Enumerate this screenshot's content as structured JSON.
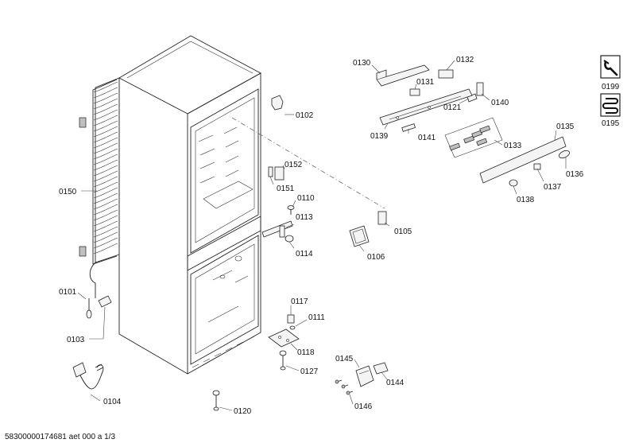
{
  "parts": [
    {
      "id": "p0130",
      "label": "0130"
    },
    {
      "id": "p0132",
      "label": "0132"
    },
    {
      "id": "p0131",
      "label": "0131"
    },
    {
      "id": "p0121",
      "label": "0121"
    },
    {
      "id": "p0140",
      "label": "0140"
    },
    {
      "id": "p0139",
      "label": "0139"
    },
    {
      "id": "p0141",
      "label": "0141"
    },
    {
      "id": "p0133",
      "label": "0133"
    },
    {
      "id": "p0135",
      "label": "0135"
    },
    {
      "id": "p0136",
      "label": "0136"
    },
    {
      "id": "p0137",
      "label": "0137"
    },
    {
      "id": "p0138",
      "label": "0138"
    },
    {
      "id": "p0102",
      "label": "0102"
    },
    {
      "id": "p0152",
      "label": "0152"
    },
    {
      "id": "p0151",
      "label": "0151"
    },
    {
      "id": "p0110",
      "label": "0110"
    },
    {
      "id": "p0113",
      "label": "0113"
    },
    {
      "id": "p0114",
      "label": "0114"
    },
    {
      "id": "p0105",
      "label": "0105"
    },
    {
      "id": "p0106",
      "label": "0106"
    },
    {
      "id": "p0150",
      "label": "0150"
    },
    {
      "id": "p0101",
      "label": "0101"
    },
    {
      "id": "p0103",
      "label": "0103"
    },
    {
      "id": "p0104",
      "label": "0104"
    },
    {
      "id": "p0117",
      "label": "0117"
    },
    {
      "id": "p0111",
      "label": "0111"
    },
    {
      "id": "p0118",
      "label": "0118"
    },
    {
      "id": "p0127",
      "label": "0127"
    },
    {
      "id": "p0120",
      "label": "0120"
    },
    {
      "id": "p0145",
      "label": "0145"
    },
    {
      "id": "p0144",
      "label": "0144"
    },
    {
      "id": "p0146",
      "label": "0146"
    }
  ],
  "side_icons": [
    {
      "id": "i0199",
      "label": "0199",
      "icon": "wrench-icon"
    },
    {
      "id": "i0195",
      "label": "0195",
      "icon": "heating-coil-icon"
    }
  ],
  "footer": {
    "text": "58300000174681 aet 000 a 1/3"
  }
}
